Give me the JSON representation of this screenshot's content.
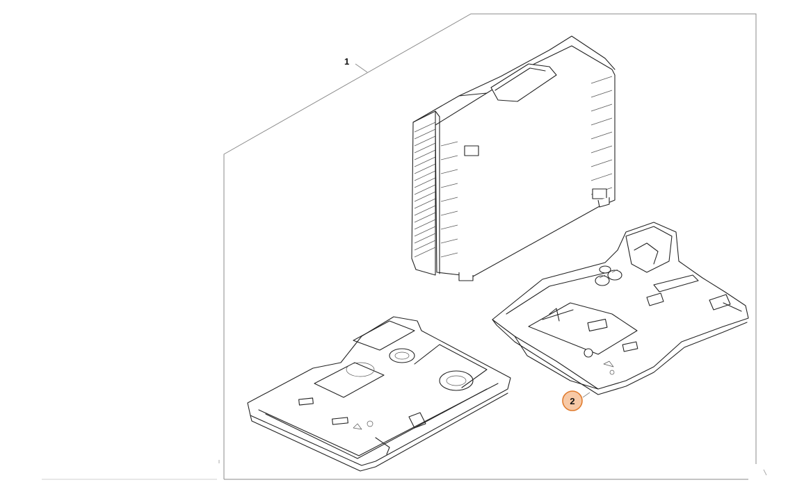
{
  "callouts": [
    {
      "id": "1",
      "label": "1",
      "highlight": false
    },
    {
      "id": "2",
      "label": "2",
      "highlight": true
    }
  ],
  "colors": {
    "highlight_fill": "#f7c9a6",
    "highlight_stroke": "#e07b2e",
    "line": "#222222",
    "frame": "#8a8a8a",
    "background": "#ffffff"
  }
}
